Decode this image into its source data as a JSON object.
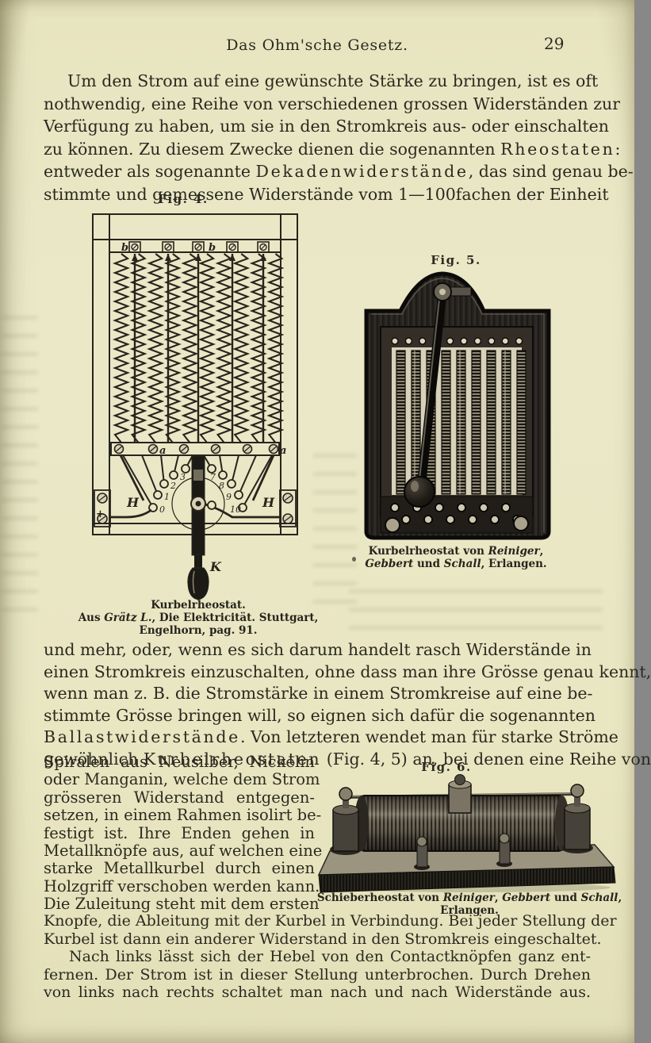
{
  "header": {
    "title": "Das Ohm'sche Gesetz.",
    "page_number": "29"
  },
  "paragraph1": {
    "lines": [
      "Um den Strom auf eine gewünschte Stärke zu bringen, ist es oft",
      "nothwendig, eine Reihe von verschiedenen grossen Widerständen zur",
      "Verfügung zu haben, um sie in den Stromkreis aus- oder einschalten",
      [
        {
          "t": "zu können. Zu diesem Zwecke dienen die sogenannten "
        },
        {
          "t": "Rheostaten:",
          "c": "sp"
        }
      ],
      [
        {
          "t": "entweder als sogenannte "
        },
        {
          "t": "Dekadenwiderstände",
          "c": "sp"
        },
        {
          "t": ", das sind genau be-"
        }
      ],
      "stimmte und gemessene Widerstände vom 1—100fachen der Einheit"
    ]
  },
  "paragraph2": {
    "lines": [
      "und mehr, oder, wenn es sich darum handelt rasch Widerstände in",
      "einen Stromkreis einzuschalten, ohne dass man ihre Grösse genau kennt,",
      "wenn man z. B. die Stromstärke in einem Stromkreise auf eine be-",
      "stimmte Grösse bringen will, so eignen sich dafür die sogenannten",
      [
        {
          "t": "Ballastwiderstände",
          "c": "sp"
        },
        {
          "t": ". Von letzteren wendet man für starke Ströme"
        }
      ],
      [
        {
          "t": "gewöhnlich "
        },
        {
          "t": "Kurbelrheostaten",
          "c": "sp"
        },
        {
          "t": " (Fig. 4, 5) an, bei denen eine Reihe von"
        }
      ]
    ]
  },
  "paragraph2_wrap": {
    "lines": [
      "Spiralen aus Neusilber, Nickelin",
      "oder Manganin, welche dem Strom",
      "grösseren Widerstand entgegen-",
      "setzen, in einem Rahmen isolirt be-",
      "festigt ist. Ihre Enden gehen in",
      "Metallknöpfe aus, auf welchen eine",
      "starke Metallkurbel durch einen",
      "Holzgriff verschoben werden kann.",
      "Die Zuleitung steht mit dem ersten"
    ]
  },
  "paragraph3": {
    "lines": [
      "Knopfe, die Ableitung mit der Kurbel in Verbindung. Bei jeder Stellung der",
      "Kurbel ist dann ein anderer Widerstand in den Stromkreis eingeschaltet."
    ]
  },
  "paragraph4": {
    "lines": [
      "Nach links lässt sich der Hebel von den Contactknöpfen ganz ent-",
      "fernen. Der Strom ist in dieser Stellung unterbrochen. Durch Drehen",
      "von links nach rechts schaltet man nach und nach Widerstände aus."
    ]
  },
  "figure4": {
    "label": "Fig. 4.",
    "caption_lines": [
      "Kurbelrheostat.",
      [
        {
          "t": "Aus "
        },
        {
          "t": "Grätz L.",
          "c": "it"
        },
        {
          "t": ", Die Elektricität. Stuttgart,"
        }
      ],
      "Engelhorn, pag. 91."
    ],
    "coil_labels": {
      "b1": "b",
      "b2": "b",
      "a1": "a",
      "a2": "a"
    },
    "contact_labels": [
      "0",
      "1",
      "2",
      "3",
      "4",
      "6",
      "7",
      "8",
      "9",
      "10"
    ],
    "side_labels": {
      "left": "H",
      "right": "H"
    },
    "handle_label": "K",
    "polarity_label": "+"
  },
  "figure5": {
    "label": "Fig. 5.",
    "caption_lines": [
      [
        {
          "t": "Kurbelrheostat von "
        },
        {
          "t": "Reiniger",
          "c": "it"
        },
        {
          "t": ","
        }
      ],
      [
        {
          "t": "Gebbert",
          "c": "it"
        },
        {
          "t": " und "
        },
        {
          "t": "Schall",
          "c": "it"
        },
        {
          "t": ", Erlangen."
        }
      ]
    ]
  },
  "figure6": {
    "label": "Fig. 6.",
    "caption_lines": [
      [
        {
          "t": "Schieberheostat von "
        },
        {
          "t": "Reiniger",
          "c": "it"
        },
        {
          "t": ", "
        },
        {
          "t": "Gebbert",
          "c": "it"
        },
        {
          "t": " und "
        },
        {
          "t": "Schall",
          "c": "it"
        },
        {
          "t": ","
        }
      ],
      "Erlangen."
    ]
  },
  "ink_color": "#2b2a20",
  "paper_color": "#e9e6c3"
}
